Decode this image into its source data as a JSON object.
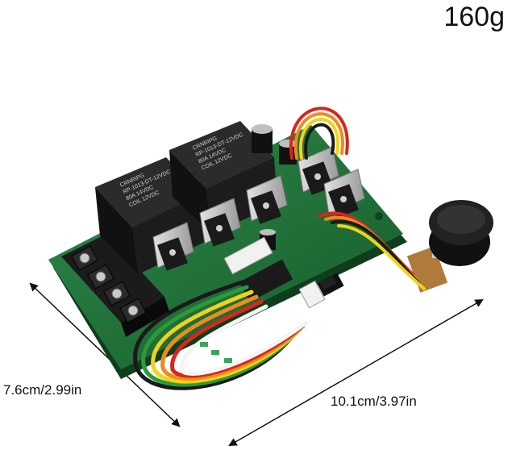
{
  "product": {
    "weight_label": "160g",
    "width_label": "7.6cm/2.99in",
    "length_label": "10.1cm/3.97in"
  },
  "relays": {
    "left": {
      "brand": "CRNRIPG",
      "model": "RP-1013-DT-12VDC",
      "rating": "80A 14VDC",
      "coil": "COIL 12VDC"
    },
    "right": {
      "brand": "CRNRIPG",
      "model": "RP-1013-DT-12VDC",
      "rating": "80A 14VDC",
      "coil": "COIL 12VDC"
    }
  },
  "colors": {
    "pcb": "#1f6b36",
    "relay": "#1a1a1a",
    "heatsink": "#bdbdbd",
    "wire_red": "#d6261d",
    "wire_orange": "#f08a1c",
    "wire_yellow": "#f2d21a",
    "wire_green": "#2c9a3a",
    "wire_white": "#f4f4f4",
    "wire_black": "#1a1a1a"
  }
}
